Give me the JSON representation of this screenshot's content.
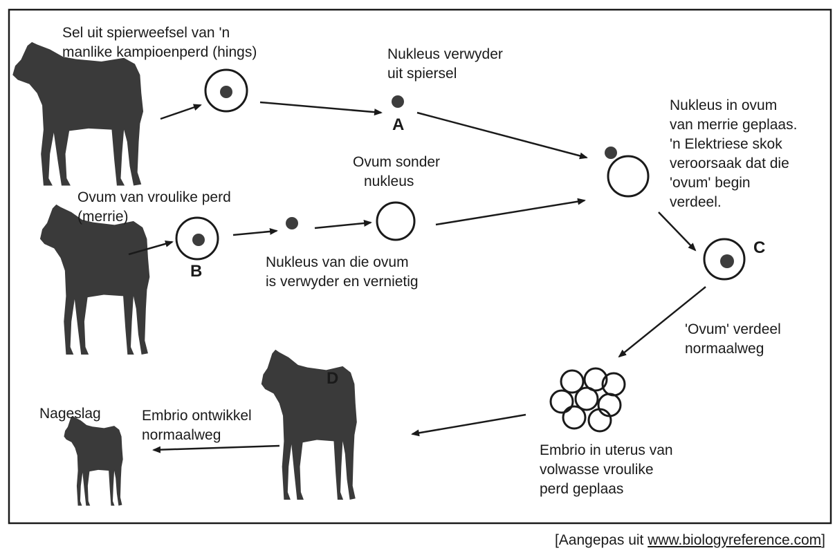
{
  "labels": {
    "stallion_cell_1": "Sel uit spierweefsel van 'n",
    "stallion_cell_2": "manlike kampioenperd (hings)",
    "nucleus_removed_1": "Nukleus verwyder",
    "nucleus_removed_2": "uit spiersel",
    "letter_a": "A",
    "nucleus_placed_1": "Nukleus in ovum",
    "nucleus_placed_2": "van merrie geplaas.",
    "nucleus_placed_3": "'n Elektriese skok",
    "nucleus_placed_4": "veroorsaak dat die",
    "nucleus_placed_5": "'ovum' begin",
    "nucleus_placed_6": "verdeel.",
    "ovum_no_nucleus_1": "Ovum sonder",
    "ovum_no_nucleus_2": "nukleus",
    "mare_ovum_1": "Ovum van vroulike perd",
    "mare_ovum_2": "(merrie)",
    "letter_b": "B",
    "ovum_nucleus_destroyed_1": "Nukleus van die ovum",
    "ovum_nucleus_destroyed_2": "is verwyder en vernietig",
    "letter_c": "C",
    "divides_1": "'Ovum' verdeel",
    "divides_2": "normaalweg",
    "embryo_uterus_1": "Embrio in uterus van",
    "embryo_uterus_2": "volwasse vroulike",
    "embryo_uterus_3": "perd geplaas",
    "letter_d": "D",
    "embryo_develops_1": "Embrio ontwikkel",
    "embryo_develops_2": "normaalweg",
    "offspring": "Nageslag"
  },
  "source": {
    "prefix": "[Aangepas uit ",
    "link": "www.biologyreference.com",
    "suffix": "]"
  },
  "colors": {
    "ink": "#1a1a1a",
    "horse": "#3a3a3a",
    "nucleus": "#3d3d3d"
  }
}
